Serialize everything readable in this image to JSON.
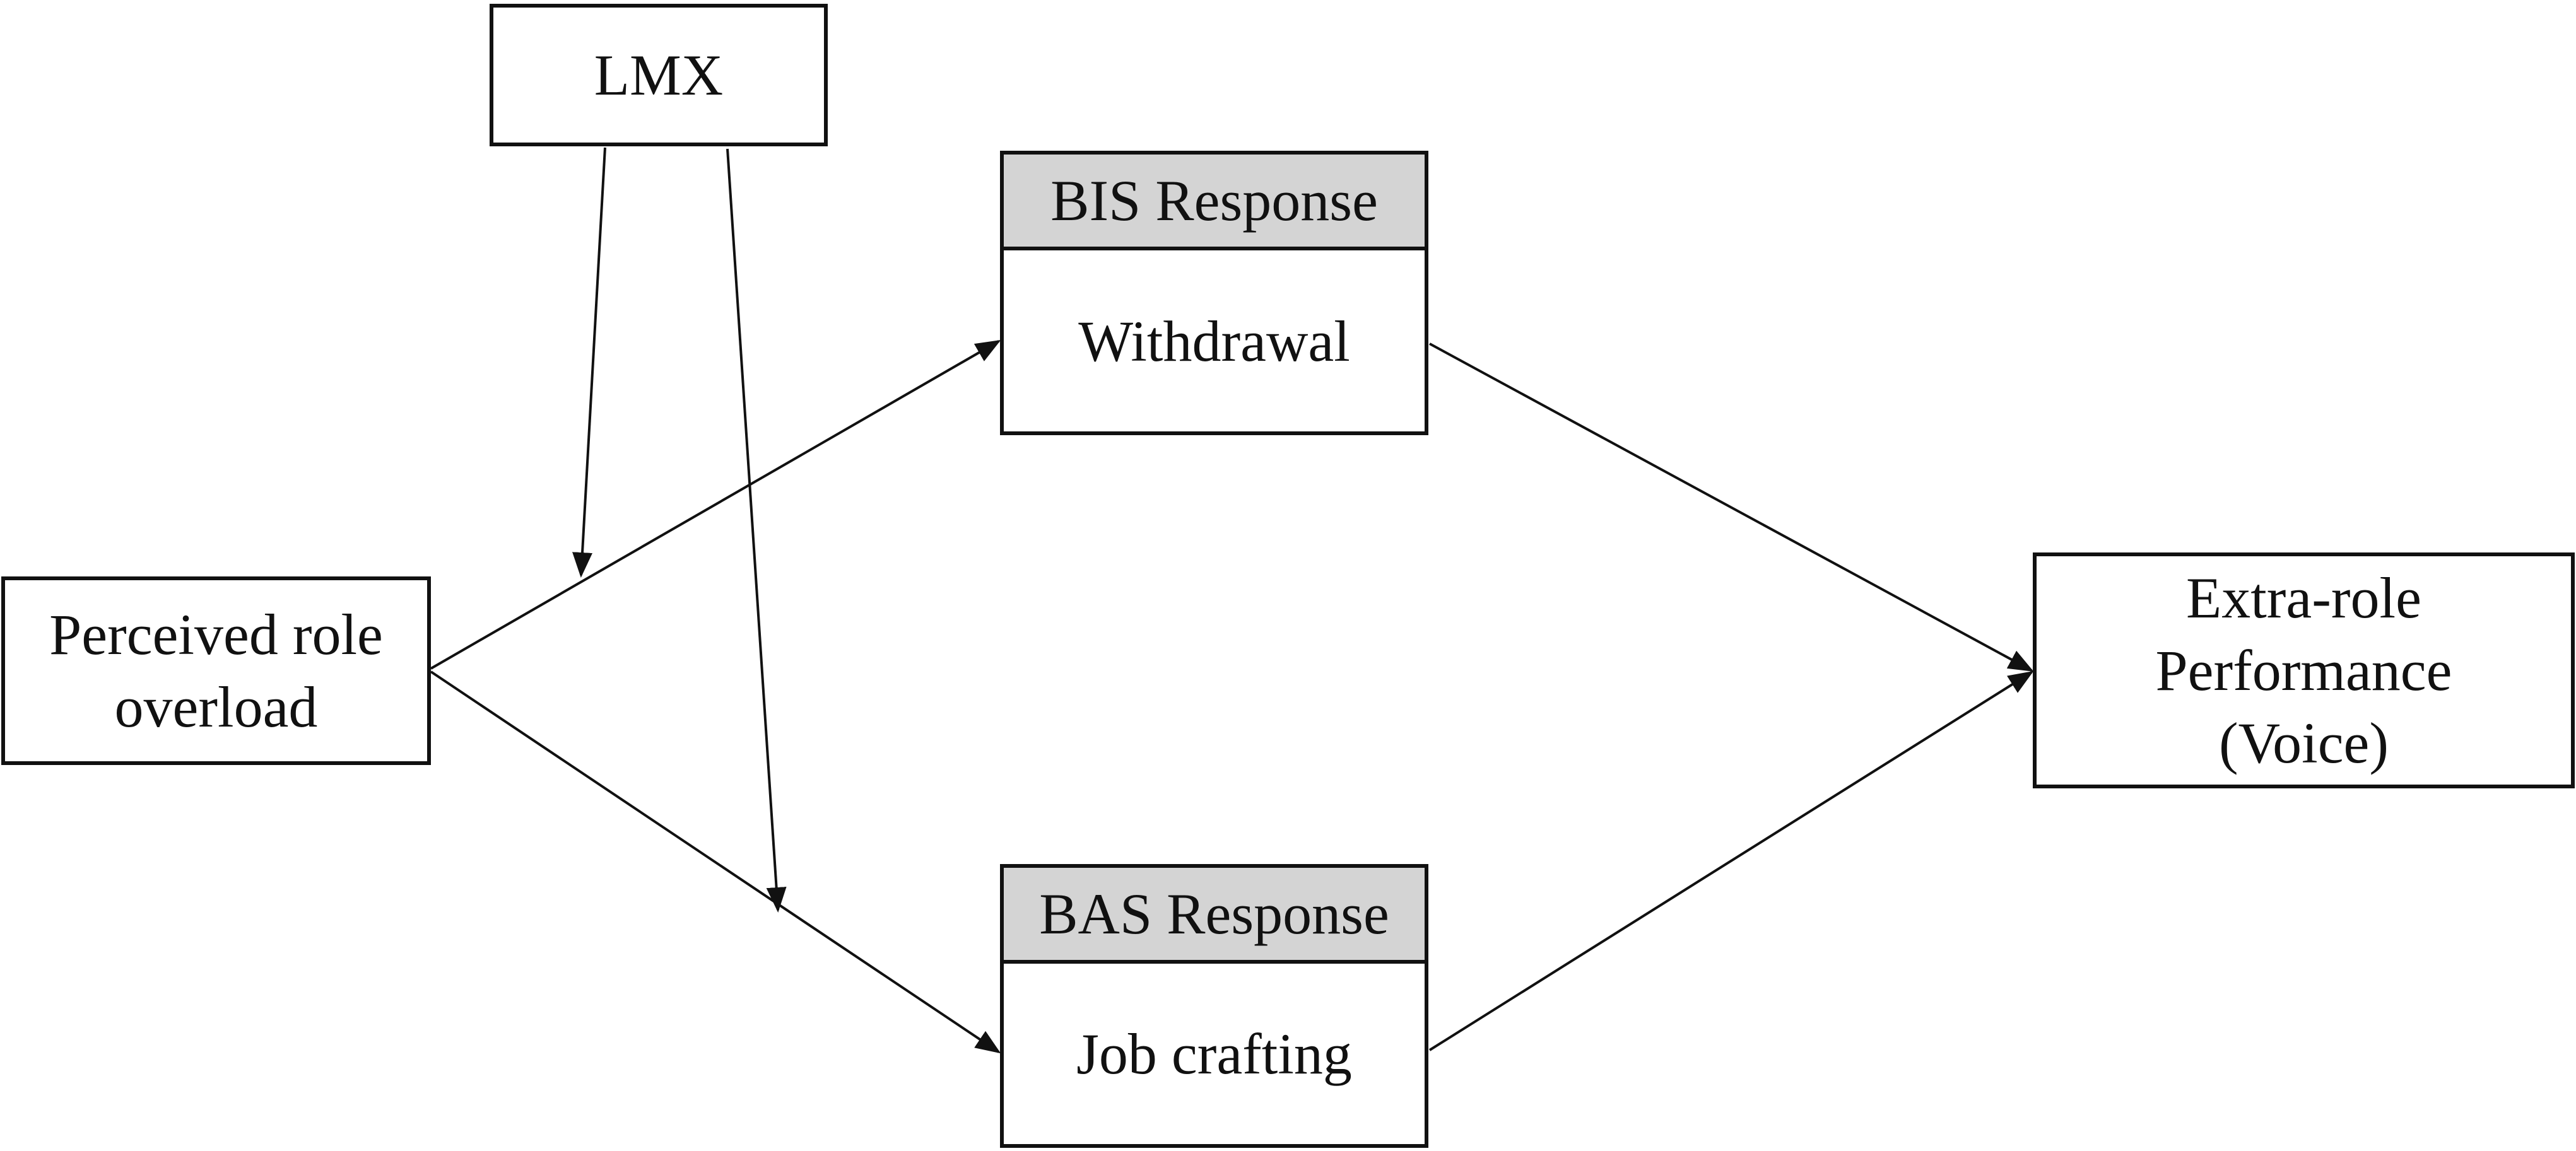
{
  "diagram": {
    "nodes": {
      "lmx": {
        "label": "LMX"
      },
      "perceived": {
        "label": "Perceived role\noverload"
      },
      "bis": {
        "header": "BIS Response",
        "label": "Withdrawal"
      },
      "bas": {
        "header": "BAS Response",
        "label": "Job crafting"
      },
      "extra": {
        "label": "Extra-role\nPerformance\n(Voice)"
      }
    },
    "edges": [
      {
        "from": "perceived",
        "to": "bis",
        "type": "arrow"
      },
      {
        "from": "perceived",
        "to": "bas",
        "type": "arrow"
      },
      {
        "from": "bis",
        "to": "extra",
        "type": "arrow"
      },
      {
        "from": "bas",
        "to": "extra",
        "type": "arrow"
      },
      {
        "from": "lmx",
        "to": "perceived->bis",
        "type": "moderation"
      },
      {
        "from": "lmx",
        "to": "perceived->bas",
        "type": "moderation"
      }
    ],
    "colors": {
      "line": "#111111",
      "header_fill": "#d4d4d4",
      "box_fill": "#ffffff"
    }
  }
}
